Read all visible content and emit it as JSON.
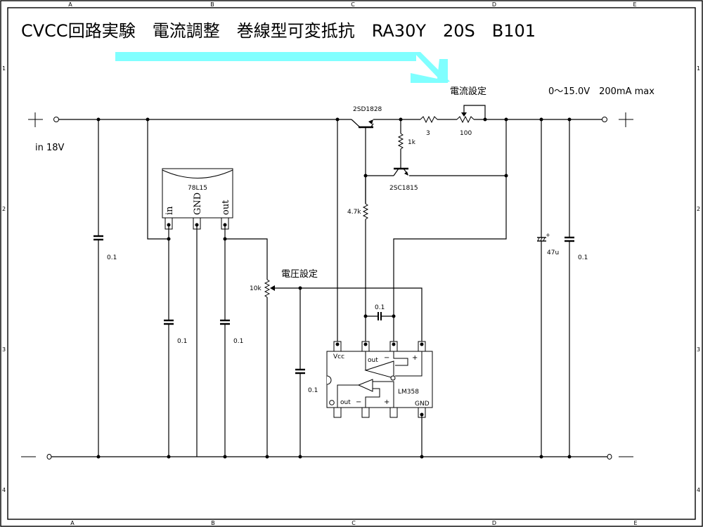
{
  "title": "CVCC回路実験　電流調整　巻線型可変抵抗　RA30Y　20S　B101",
  "arrow_color": "#80ffff",
  "frame": {
    "columns": [
      "A",
      "B",
      "C",
      "D",
      "E"
    ],
    "rows": [
      "1",
      "2",
      "3",
      "4"
    ]
  },
  "input": {
    "plus_label": "+",
    "minus_label": "−",
    "voltage_label": "in 18V"
  },
  "output": {
    "plus_label": "+",
    "minus_label": "−",
    "spec_label": "0〜15.0V　200mA max"
  },
  "current_setting_label": "電流設定",
  "voltage_setting_label": "電圧設定",
  "components": {
    "c_in": "0.1",
    "regulator": {
      "name": "78L15",
      "pins": [
        "in",
        "GND",
        "out"
      ]
    },
    "c_reg_in": "0.1",
    "c_reg_out": "0.1",
    "vpot": "10k",
    "c_vref": "0.1",
    "q1": "2SD1828",
    "q2": "2SC1815",
    "r_sense": "3",
    "r_ipot": "100",
    "r_base2": "1k",
    "r_pullup": "4.7k",
    "c_comp": "0.1",
    "opamp": {
      "name": "LM358",
      "vcc": "Vcc",
      "gnd": "GND",
      "out": "out",
      "minus": "−",
      "plus": "+"
    },
    "c_out_elec": "47u",
    "c_out": "0.1"
  }
}
